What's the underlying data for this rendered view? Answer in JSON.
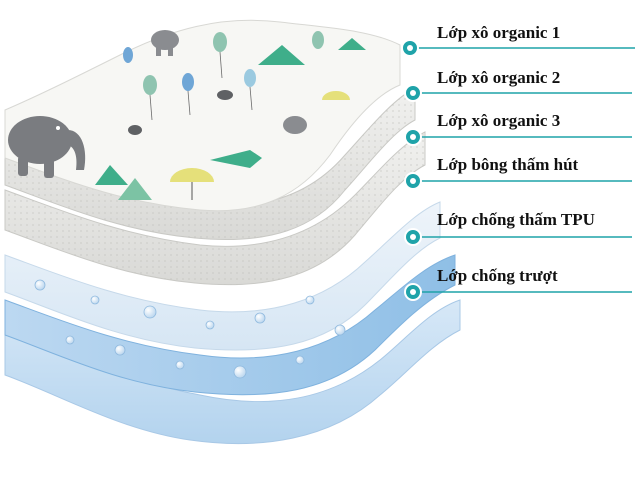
{
  "colors": {
    "accent": "#1fa3a9",
    "leader_line": "#1fa3a9",
    "organic_fabric": "#f7f7f4",
    "cotton_layer": "#e9e9e6",
    "absorbent_layer": "#dfe9f3",
    "tpu_layer": "#a9cdea",
    "anti_slip_layer": "#cfe2f4"
  },
  "layers": [
    {
      "label": "Lớp xô organic 1"
    },
    {
      "label": "Lớp xô organic 2"
    },
    {
      "label": "Lớp xô organic 3"
    },
    {
      "label": "Lớp bông thấm hút"
    },
    {
      "label": "Lớp chống thấm TPU"
    },
    {
      "label": "Lớp chống trượt"
    }
  ],
  "print_motifs": [
    "elephant-icon",
    "balloon-icon",
    "umbrella-icon",
    "mouse-icon",
    "crocodile-icon",
    "hill-icon"
  ]
}
